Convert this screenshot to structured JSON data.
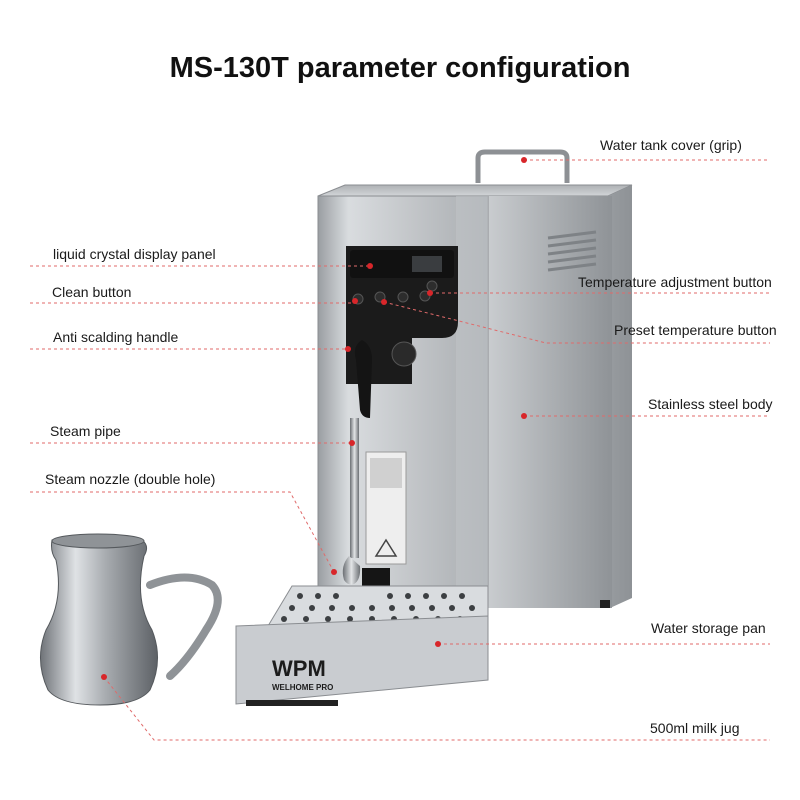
{
  "title": "MS-130T parameter configuration",
  "labels": {
    "water_tank_cover": "Water tank cover (grip)",
    "lcd_panel": "liquid crystal display panel",
    "clean_button": "Clean button",
    "temperature_adjustment": "Temperature adjustment button",
    "anti_scalding_handle": "Anti scalding handle",
    "preset_temperature": "Preset temperature button",
    "stainless_body": "Stainless steel body",
    "steam_pipe": "Steam pipe",
    "steam_nozzle": "Steam nozzle (double hole)",
    "water_storage_pan": "Water storage pan",
    "milk_jug": "500ml milk jug"
  },
  "product": {
    "brand": "WPM",
    "brand_sub": "WELHOME PRO"
  },
  "colors": {
    "callout_line": "#e06a6a",
    "callout_dot": "#d8262a",
    "steel": "#b9bcbf",
    "panel": "#1b1b1b"
  }
}
